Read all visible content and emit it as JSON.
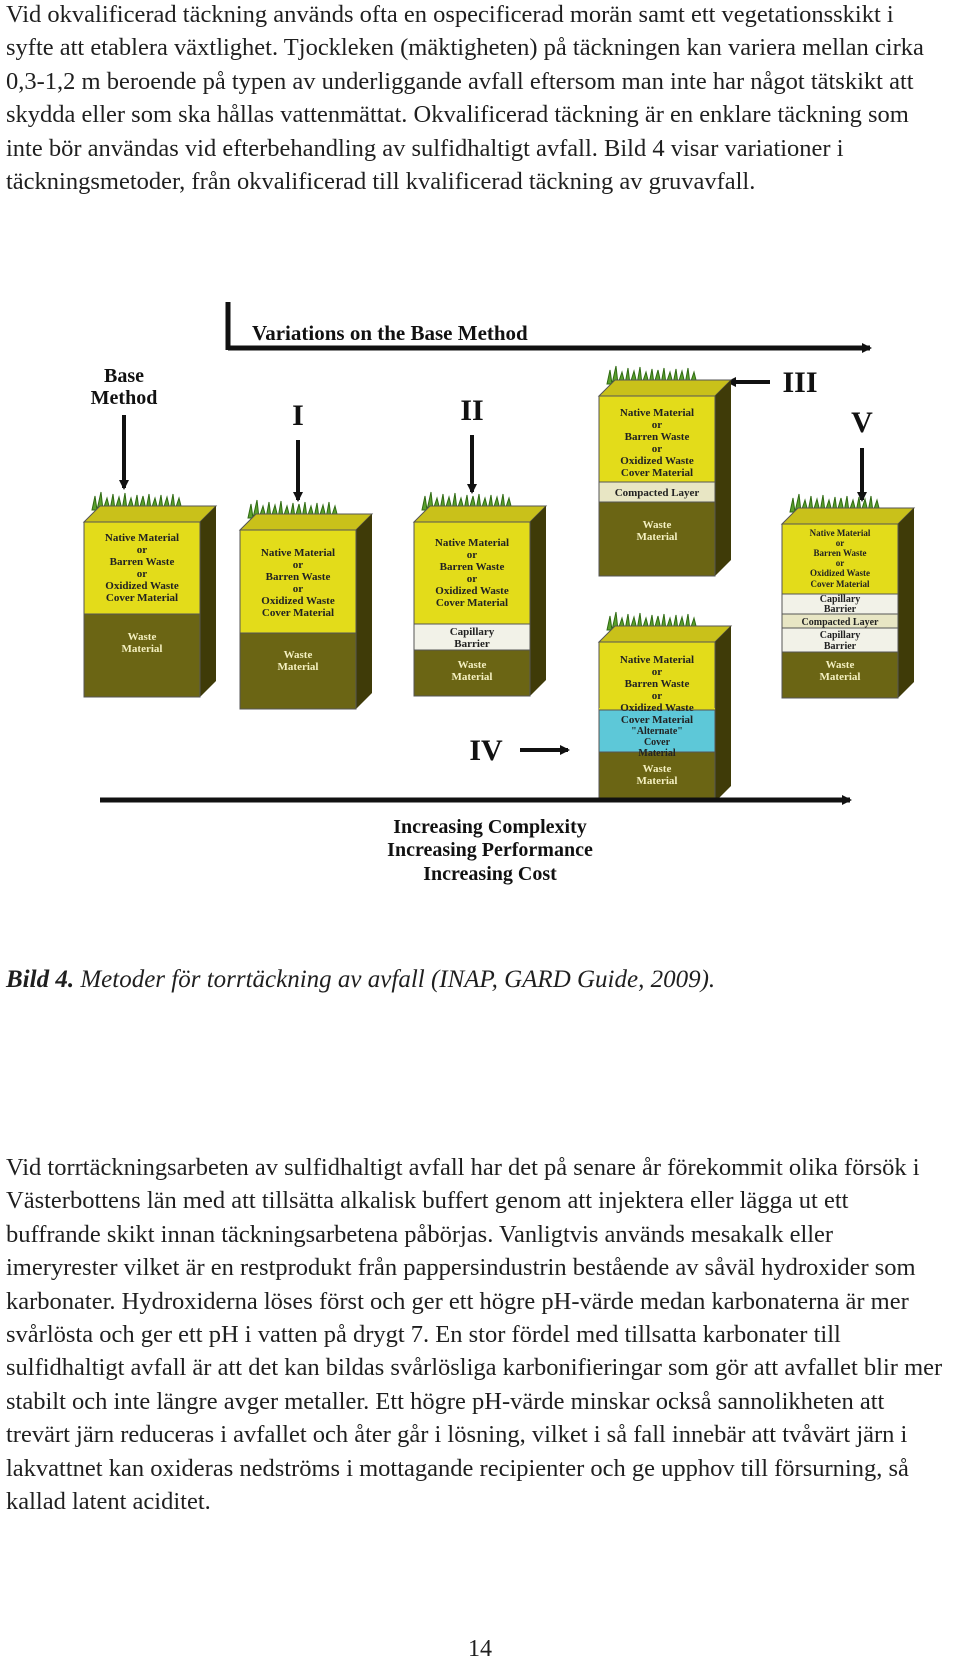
{
  "paragraph_1": "Vid okvalificerad täckning används ofta en ospecificerad morän samt ett vegetationsskikt i syfte att etablera växtlighet. Tjockleken (mäktigheten) på täckningen kan variera mellan cirka 0,3-1,2 m beroende på typen av underliggande avfall eftersom man inte har något tätskikt att skydda eller som ska hållas vattenmättat. Okvalificerad täckning är en enklare täckning som inte bör användas vid efterbehandling av sulfidhaltigt avfall. Bild 4 visar variationer i täckningsmetoder, från okvalificerad till kvalificerad täckning av gruvavfall.",
  "figure": {
    "top_arrow_label": "Variations on the Base Method",
    "base_label_line1": "Base",
    "base_label_line2": "Method",
    "roman_I": "I",
    "roman_II": "II",
    "roman_III": "III",
    "roman_IV": "IV",
    "roman_V": "V",
    "cover_line1": "Native Material",
    "cover_or": "or",
    "cover_line2": "Barren Waste",
    "cover_line3": "Oxidized Waste",
    "cover_line4": "Cover Material",
    "waste_line1": "Waste",
    "waste_line2": "Material",
    "capillary_line1": "Capillary",
    "capillary_line2": "Barrier",
    "compacted_layer": "Compacted Layer",
    "alternate_line1": "\"Alternate\"",
    "alternate_line2": "Cover",
    "alternate_line3": "Material",
    "bottom_line1": "Increasing Complexity",
    "bottom_line2": "Increasing Performance",
    "bottom_line3": "Increasing Cost",
    "colors": {
      "cover": "#e3dc1a",
      "waste": "#6b6514",
      "capillary": "#f2f2e8",
      "compacted": "#e8e6c4",
      "alternate": "#5dc8d8",
      "vegetation": "#5aa02c"
    }
  },
  "caption": {
    "label": "Bild 4.",
    "text": " Metoder för torrtäckning av avfall (INAP, GARD Guide, 2009)."
  },
  "paragraph_2": "Vid torrtäckningsarbeten av sulfidhaltigt avfall har det på senare år förekommit olika försök i Västerbottens län med att tillsätta alkalisk buffert genom att injektera eller lägga ut ett buffrande skikt innan täckningsarbetena påbörjas. Vanligtvis används mesakalk eller imeryrester vilket är en restprodukt från pappersindustrin bestående av såväl hydroxider som karbonater. Hydroxiderna löses först och ger ett högre pH-värde medan karbonaterna är mer svårlösta och ger ett pH i vatten på drygt 7. En stor fördel med tillsatta karbonater till sulfidhaltigt avfall är att det kan bildas svårlösliga karbonifieringar som gör att avfallet blir mer stabilt och inte längre avger metaller. Ett högre pH-värde minskar också sannolikheten att trevärt järn reduceras i avfallet och åter går i lösning, vilket i så fall innebär att tvåvärt järn i lakvattnet kan oxideras nedströms i mottagande recipienter och ge upphov till försurning, så kallad latent aciditet.",
  "page_number": "14"
}
